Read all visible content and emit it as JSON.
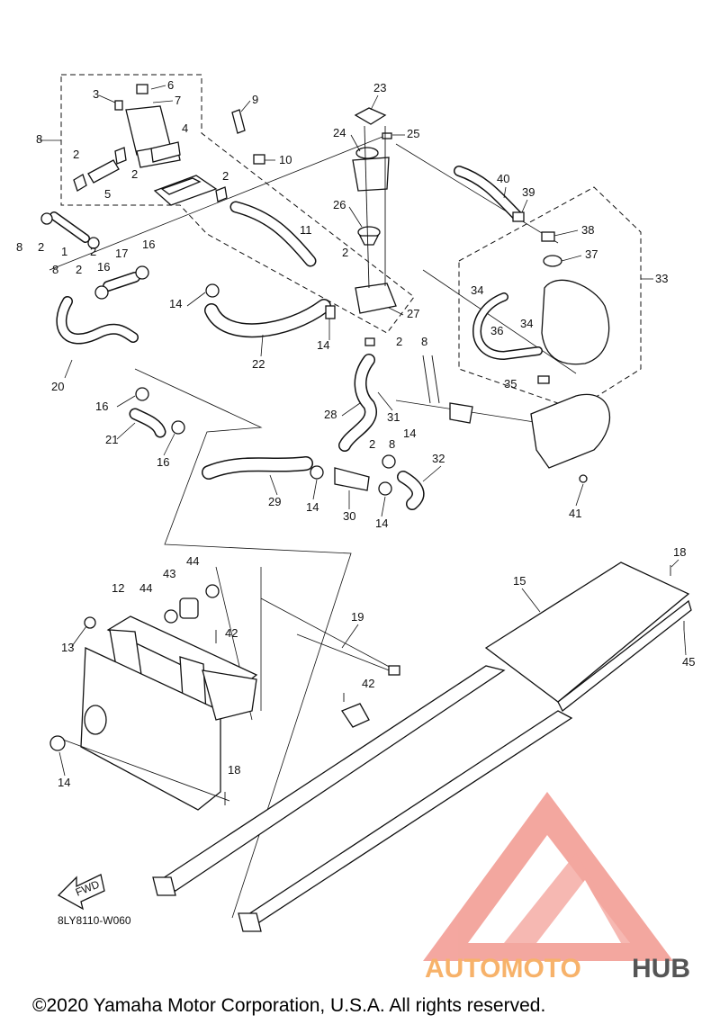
{
  "callouts": [
    "1",
    "2",
    "3",
    "4",
    "5",
    "6",
    "7",
    "8",
    "9",
    "10",
    "11",
    "12",
    "13",
    "14",
    "15",
    "16",
    "17",
    "18",
    "19",
    "20",
    "21",
    "22",
    "23",
    "24",
    "25",
    "26",
    "27",
    "28",
    "29",
    "30",
    "31",
    "32",
    "33",
    "34",
    "35",
    "36",
    "37",
    "38",
    "39",
    "40",
    "41",
    "42",
    "43",
    "44",
    "45"
  ],
  "fwd_label": "FWD",
  "diagram_code": "8LY8110-W060",
  "watermark": {
    "part1": "AUTOMOTO",
    "part2": "HUB",
    "color_orange": "#f7b26a",
    "color_dark": "#555555",
    "triangle_color": "#f08a80"
  },
  "copyright": "©2020 Yamaha Motor Corporation, U.S.A. All rights reserved."
}
